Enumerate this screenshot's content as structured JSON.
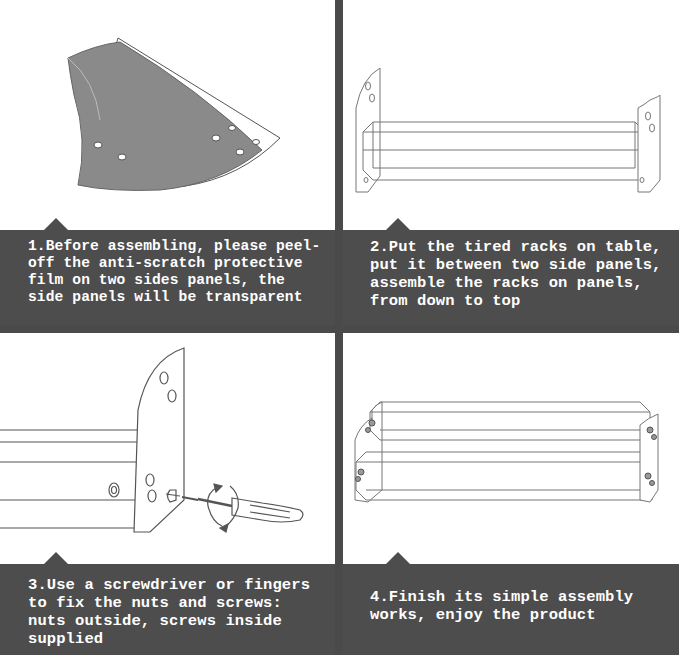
{
  "diagram": {
    "nodes": [
      {
        "text": [
          "1.Before assembling, please peel-off the anti-scratch protective film on two sides panels, the side panels will be transparent"
        ]
      },
      {
        "text": [
          "2.Put the tired racks on table, put it between two side panels, assemble the racks on panels, from down to top"
        ]
      },
      {
        "text": [
          "3.Use a screwdriver or fingers to fix the nuts and screws: nuts outside, screws inside supplied"
        ]
      },
      {
        "text": [
          "4.Finish its simple assembly works, enjoy the product"
        ]
      }
    ]
  }
}
